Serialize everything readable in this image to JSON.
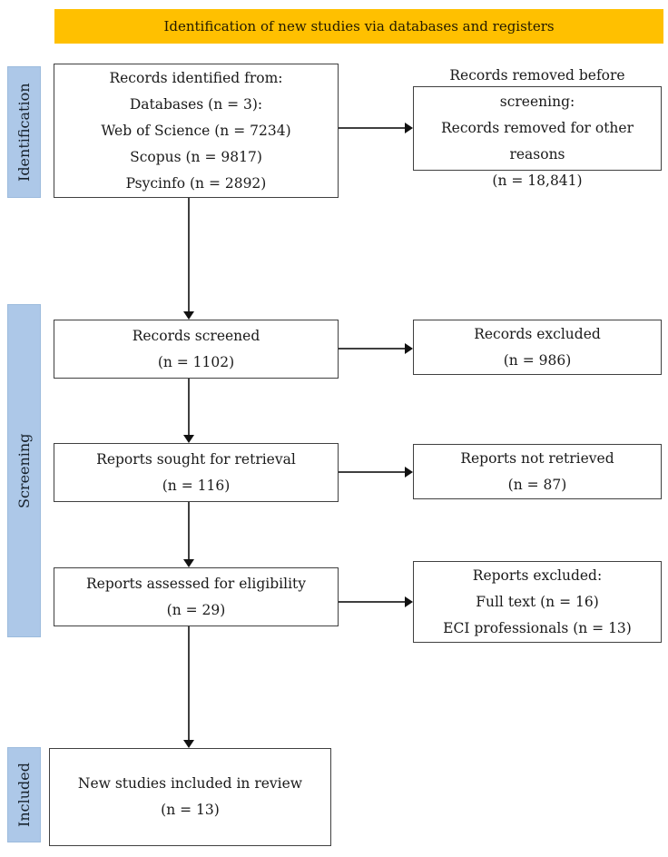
{
  "header": {
    "label": "Identification of new studies via databases and registers"
  },
  "colors": {
    "banner_bg": "#FFC000",
    "stage_bg": "#ADC8E8",
    "box_border": "#404040",
    "arrow": "#3F3F3F"
  },
  "sidebar": {
    "stages": [
      {
        "label": "Identification"
      },
      {
        "label": "Screening"
      },
      {
        "label": "Included"
      }
    ]
  },
  "flow": {
    "left_boxes": [
      {
        "lines": [
          "Records identified from:",
          "Databases (n = 3):",
          "Web of Science (n = 7234)",
          "Scopus (n = 9817)",
          "Psycinfo (n = 2892)"
        ]
      },
      {
        "lines": [
          "Records screened",
          "(n = 1102)"
        ]
      },
      {
        "lines": [
          "Reports sought for retrieval",
          "(n = 116)"
        ]
      },
      {
        "lines": [
          "Reports assessed for eligibility",
          "(n = 29)"
        ]
      },
      {
        "lines": [
          "New studies included in review",
          "(n = 13)"
        ]
      }
    ],
    "right_boxes": [
      {
        "lines": [
          "Records removed before screening:",
          "Records removed for other reasons",
          "(n = 18,841)"
        ]
      },
      {
        "lines": [
          "Records excluded",
          "(n = 986)"
        ]
      },
      {
        "lines": [
          "Reports not retrieved",
          "(n = 87)"
        ]
      },
      {
        "lines": [
          "Reports excluded:",
          "Full text (n = 16)",
          "ECI professionals (n = 13)"
        ]
      }
    ]
  }
}
